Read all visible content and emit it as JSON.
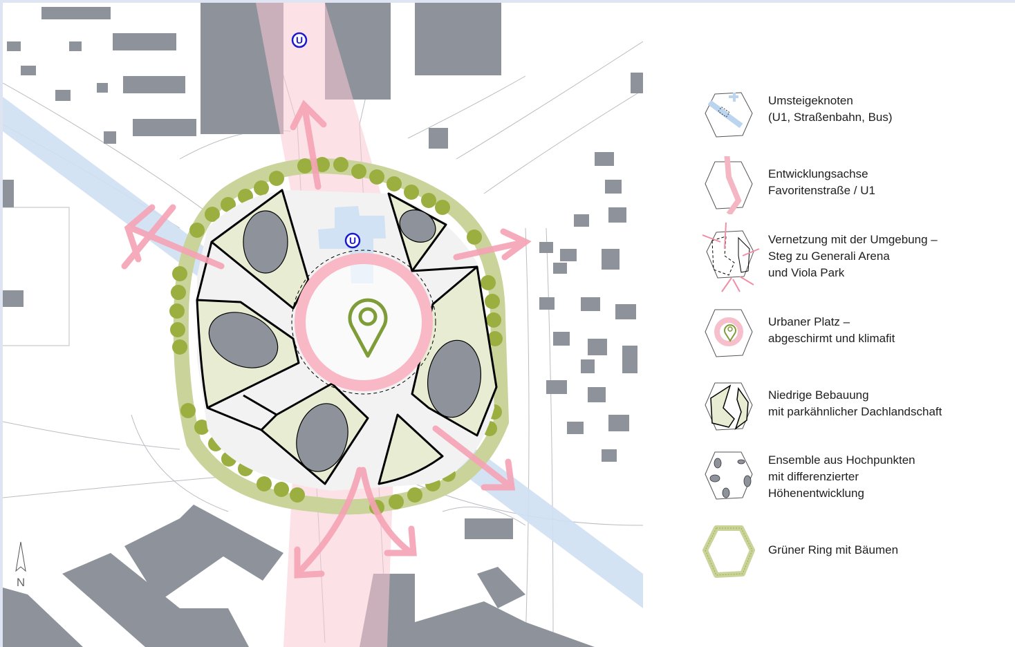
{
  "map": {
    "station_label_top": "U",
    "station_label_center": "U",
    "north_label": "N"
  },
  "legend": {
    "items": [
      {
        "icon": "transfer-node-icon",
        "lines": [
          "Umsteigeknoten",
          "(U1, Straßenbahn, Bus)"
        ]
      },
      {
        "icon": "development-axis-icon",
        "lines": [
          "Entwicklungsachse",
          "Favoritenstraße / U1"
        ]
      },
      {
        "icon": "connectivity-icon",
        "lines": [
          "Vernetzung mit der Umgebung –",
          "Steg zu Generali Arena",
          "und Viola Park"
        ]
      },
      {
        "icon": "urban-square-icon",
        "lines": [
          "Urbaner Platz –",
          "abgeschirmt und klimafit"
        ]
      },
      {
        "icon": "low-rise-buildings-icon",
        "lines": [
          "Niedrige Bebauung",
          "mit parkähnlicher Dachlandschaft"
        ]
      },
      {
        "icon": "high-rise-ensemble-icon",
        "lines": [
          "Ensemble aus Hochpunkten",
          "mit differenzierter",
          "Höhenentwicklung"
        ]
      },
      {
        "icon": "green-ring-icon",
        "lines": [
          "Grüner Ring mit Bäumen"
        ]
      }
    ]
  },
  "colors": {
    "building": "#8e939b",
    "axis_pink": "#f9c9d3",
    "arrow_pink": "#f5a3b5",
    "rail_blue": "#cfe0f3",
    "green_ring": "#c9d39a",
    "tree": "#9aaf3f",
    "roof_green": "#e8ecd2",
    "ubahn_blue": "#1a1acc"
  }
}
